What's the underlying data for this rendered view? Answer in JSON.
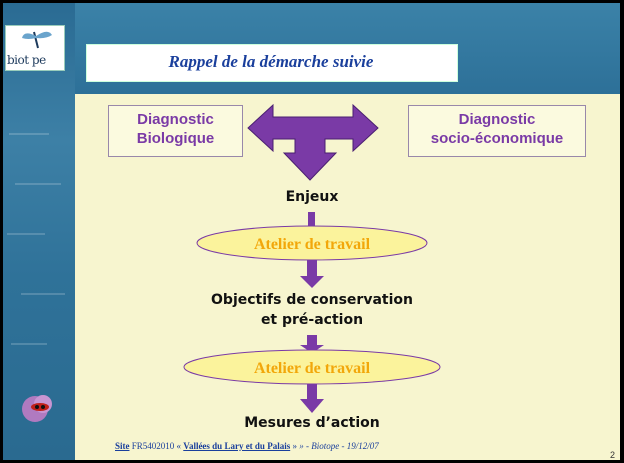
{
  "slide": {
    "title": "Rappel de la démarche suivie",
    "logo_text": "biot pe",
    "left_box": {
      "line1": "Diagnostic",
      "line2": "Biologique"
    },
    "right_box": {
      "line1": "Diagnostic",
      "line2": "socio-économique"
    },
    "steps": {
      "enjeux": "Enjeux",
      "atelier1": "Atelier de travail",
      "objectifs_line1": "Objectifs de conservation",
      "objectifs_line2": "et pré-action",
      "atelier2": "Atelier de travail",
      "mesures": "Mesures d’action"
    },
    "footer": {
      "site_label": "Site",
      "site_code": "FR5402010 «",
      "site_name": "Vallées du Lary et du Palais",
      "site_close": "»",
      "rest": " » -  Biotope - 19/12/07"
    },
    "page_number": "2"
  },
  "colors": {
    "arrow": "#7a3aa6",
    "ellipse_fill": "#fbf39c",
    "ellipse_text": "#f2a70a",
    "title_text": "#1a3f9c",
    "box_text": "#7a3aa6"
  }
}
